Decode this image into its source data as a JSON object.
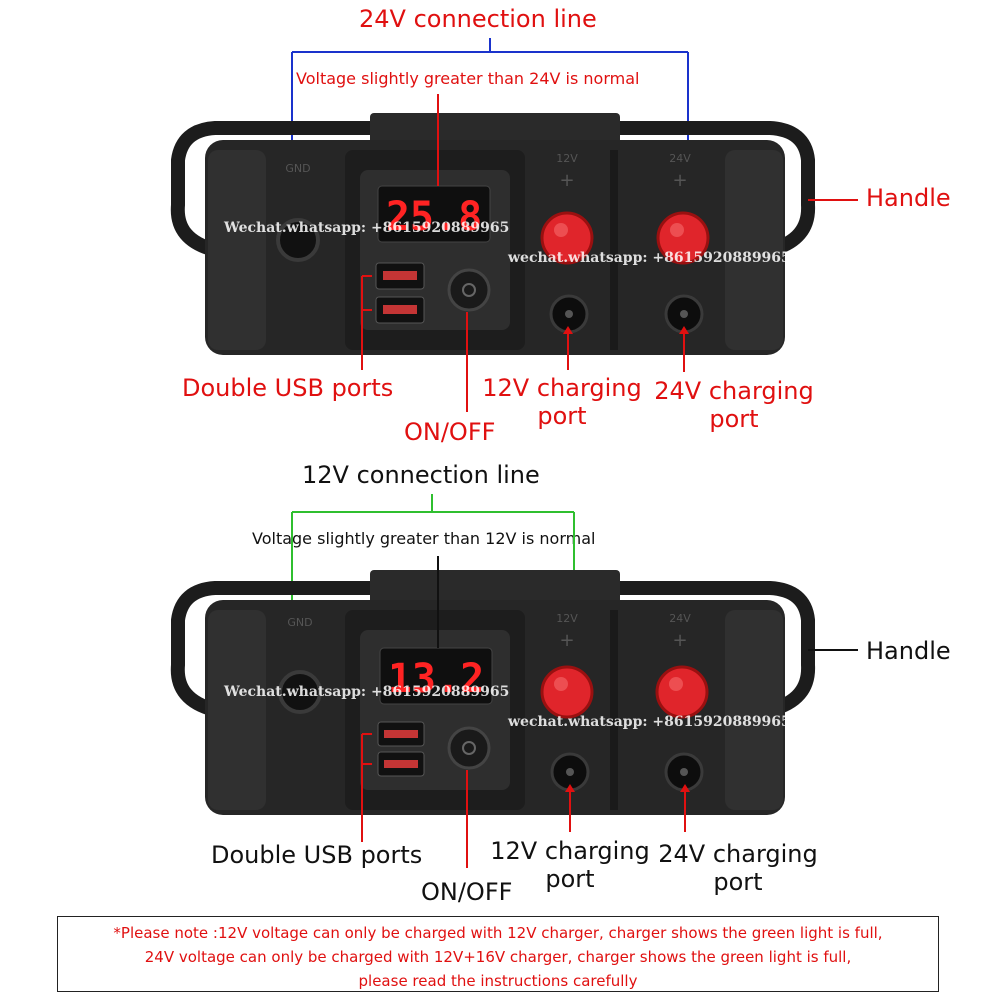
{
  "top_panel": {
    "connection_line": "24V connection line",
    "voltage_note": "Voltage slightly greater than 24V is normal",
    "display_value": "25.8",
    "handle": "Handle",
    "usb": "Double USB ports",
    "onoff": "ON/OFF",
    "port12": [
      "12V charging",
      "port"
    ],
    "port24": [
      "24V charging",
      "port"
    ],
    "terminal_labels": [
      "GND",
      "12V",
      "24V"
    ],
    "watermark_left": "Wechat.whatsapp: +8615920889965",
    "watermark_right": "wechat.whatsapp: +8615920889965"
  },
  "bottom_panel": {
    "connection_line": "12V connection line",
    "voltage_note": "Voltage slightly greater than 12V is normal",
    "display_value": "13.2",
    "handle": "Handle",
    "usb": "Double USB ports",
    "onoff": "ON/OFF",
    "port12": [
      "12V charging",
      "port"
    ],
    "port24": [
      "24V charging",
      "port"
    ],
    "terminal_labels": [
      "GND",
      "12V",
      "24V"
    ],
    "watermark_left": "Wechat.whatsapp: +8615920889965",
    "watermark_right": "wechat.whatsapp: +8615920889965"
  },
  "note_lines": [
    "*Please note :12V voltage can only be charged with 12V charger, charger shows the green light is full,",
    "24V voltage can only be charged with 12V+16V charger, charger shows the green light is full,",
    "please read the instructions carefully"
  ],
  "colors": {
    "red_label": "#e01010",
    "blue_line": "#1a33cc",
    "green_line": "#2fbf2f",
    "knob_red": "#e0252b",
    "display_red": "#ff2323"
  }
}
